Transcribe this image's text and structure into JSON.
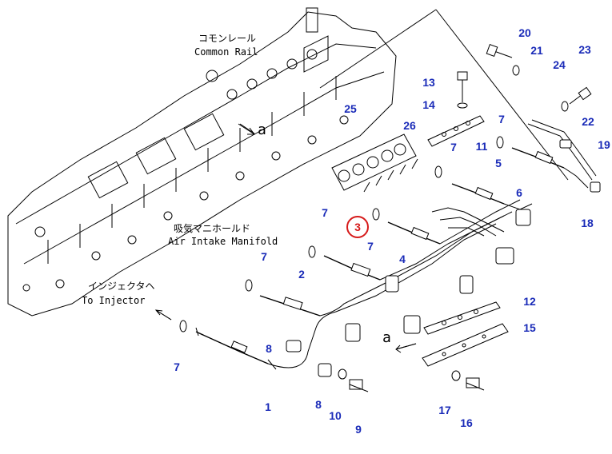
{
  "captions": {
    "common_rail_jp": "コモンレール",
    "common_rail_en": "Common Rail",
    "intake_jp": "吸気マニホールド",
    "intake_en": "Air Intake Manifold",
    "injector_jp": "インジェクタヘ",
    "injector_en": "To Injector",
    "view_a": "a"
  },
  "callouts": [
    "1",
    "2",
    "4",
    "5",
    "6",
    "7",
    "8",
    "9",
    "10",
    "11",
    "12",
    "13",
    "14",
    "15",
    "16",
    "17",
    "18",
    "19",
    "20",
    "21",
    "22",
    "23",
    "24",
    "25",
    "26"
  ],
  "highlight": {
    "label": "3",
    "color": "#d61a1a"
  },
  "colors": {
    "callout": "#1a2bb8",
    "highlight": "#d61a1a",
    "linework": "#000000"
  }
}
